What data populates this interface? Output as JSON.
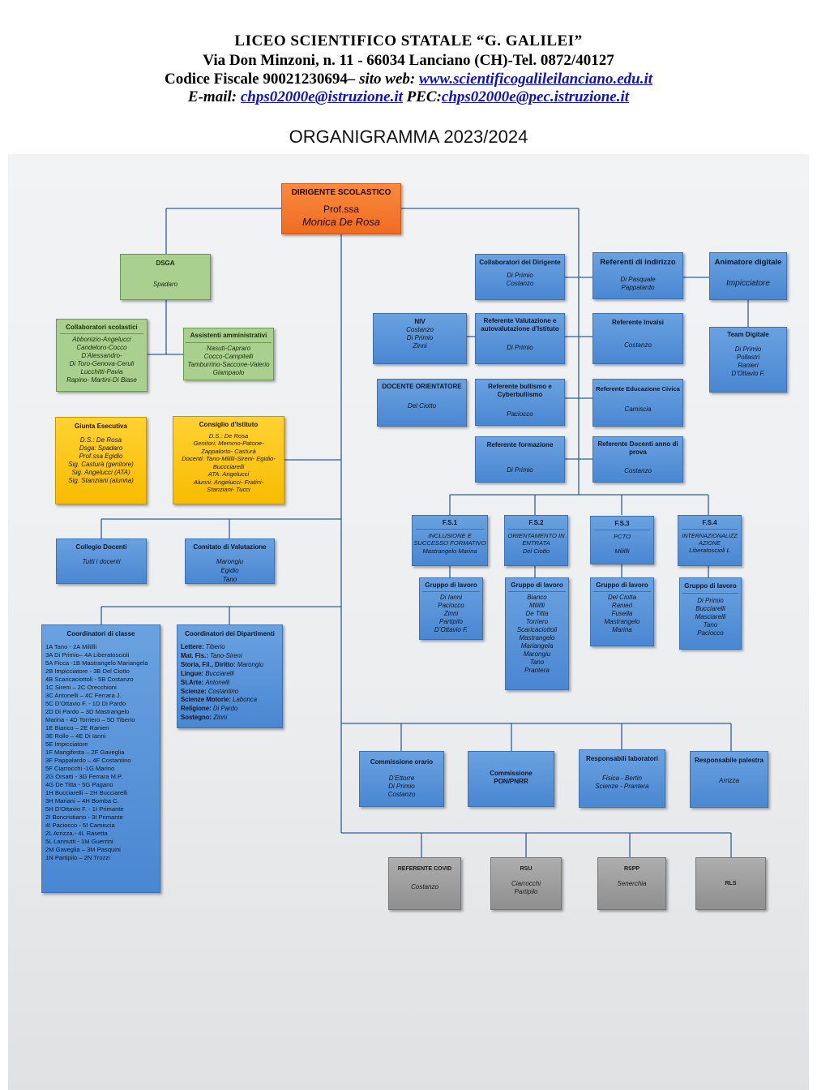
{
  "header": {
    "school": "LICEO SCIENTIFICO STATALE “G. GALILEI”",
    "address": "Via Don Minzoni, n. 11 - 66034 Lanciano (CH)-Tel. 0872/40127",
    "codice_fiscale": "Codice Fiscale 90021230694",
    "sito_label": "– sito web:",
    "sito_url": "www.scientificogalileilanciano.edu.it",
    "email_label": "E-mail:",
    "email": "chps02000e@istruzione.it",
    "pec_label": "PEC:",
    "pec": "chps02000e@pec.istruzione.it",
    "title": "ORGANIGRAMMA 2023/2024"
  },
  "dirigente": {
    "title": "DIRIGENTE SCOLASTICO",
    "prefix": "Prof.ssa",
    "name": "Monica De Rosa"
  },
  "dsga": {
    "title": "DSGA",
    "name": "Spadaro"
  },
  "collaboratori_scolastici": {
    "title": "Collaboratori scolastici",
    "names": "Abbonizio-Angelucci\nCandeloro-Cocco\nD’Alessandro-\nDi Toro-Genova-Ceruli\nLucchitti-Pavia\nRapino- Martini-Di Biase"
  },
  "assistenti": {
    "title": "Assistenti amministrativi",
    "names": "Nasuti-Capraro\nCocco-Campitelli\nTamburrino-Saccone-Valerio\nGiampaolo"
  },
  "giunta": {
    "title": "Giunta Esecutiva",
    "names": "D.S.: De Rosa\nDsga: Spadaro\nProf.ssa Egidio\nSig. Casturà (genitore)\nSig. Angelucci (ATA)\nSig. Stanziani (alunna)"
  },
  "consiglio": {
    "title": "Consiglio d’Istituto",
    "names": "D.S.: De Rosa\nGenitori: Memmo-Patone-\nZappalorto- Casturà\nDocenti: Tano-Mililli-Sireni- Egidio-\nBuccciarelli\nATA: Angelucci\nAlunni: Angelucci- Fratini-\nStanziani- Tucci"
  },
  "collegio": {
    "title": "Collegio Docenti",
    "names": "Tutti i docenti"
  },
  "comitato": {
    "title": "Comitato di Valutazione",
    "names": "Marongiu\nEgidio\nTano"
  },
  "coordinatori_classe": {
    "title": "Coordinatori di classe",
    "rows": "1A Tano - 2A Milillli\n3A Di Primio– 4A Liberatoscioli\n5A Ficca -1B Mastrangelo Mariangela\n2B Impicciatore - 3B Del Ciotto\n4B Scaricaciottoli - 5B Costanzo\n1C Sireni – 2C Orecchioni\n3C Antonelli – 4C Ferrara J.\n5C D’Ottavio F. - 1D Di Pardo\n2D Di Pardo – 3D Mastrangelo\nMarina - 4D Torriero – 5D Tiberio\n1E Bianco – 2E Ranieri\n3E Rollo – 4E Di Ianni\n5E Impicciatore\n1F Mangifesta – 2F Gaveglia\n3F Pappalardo – 4F Costantino\n5F Ciarrocchi -1G Marino\n2G Orsatti - 3G Ferrara M.P.\n4G De Titta - 5G Pagano\n1H Bucciarelli – 2H Bucciarelli\n3H Mariani – 4H Bomba C.\n5H D’Ottavio F. - 1I Primante\n2I Boncristiano - 3I Primante\n4I Paciocco - 5I Camiscia\n2L Arrizza.- 4L Rasetta\n5L Lannutti - 1M Guerrini\n2M Gaveglia – 3M Pasquini\n1N Partipilo – 2N Trozzi"
  },
  "coordinatori_dipartimenti": {
    "title": "Coordinatori dei Dipartimenti",
    "rows": [
      {
        "label": "Lettere:",
        "value": "Tiberio"
      },
      {
        "label": "Mat. Fis.:",
        "value": "Tano-Sireni"
      },
      {
        "label": "Storia, Fil., Diritto:",
        "value": "Marongiu"
      },
      {
        "label": "Lingue:",
        "value": "Bucciarelli"
      },
      {
        "label": "St.Arte:",
        "value": "Antonelli"
      },
      {
        "label": "Scienze:",
        "value": "Costantino"
      },
      {
        "label": "Scienze Motorie:",
        "value": "Labonca"
      },
      {
        "label": "Religione:",
        "value": "Di Pardo"
      },
      {
        "label": "Sostegno:",
        "value": "Zinni"
      }
    ]
  },
  "collaboratori_dirigente": {
    "title": "Collaboratori del Dirigente",
    "names": "Di Primio\nCostanzo"
  },
  "referenti_indirizzo": {
    "title": "Referenti di indirizzo",
    "names": "Di Pasquale\nPappalardo"
  },
  "animatore": {
    "title": "Animatore digitale",
    "names": "Impicciatore"
  },
  "team_digitale": {
    "title": "Team Digitale",
    "names": "Di Primio\nPollastri\nRanieri\nD’Ottavio F."
  },
  "niv": {
    "title": "NIV",
    "names": "Costanzo\nDi Primio\nZinni"
  },
  "ref_valutazione": {
    "title": "Referente Valutazione e autovalutazione d’Istituto",
    "names": "Di Primio"
  },
  "ref_invalsi": {
    "title": "Referente Invalsi",
    "names": "Costanzo"
  },
  "docente_orientatore": {
    "title": "DOCENTE ORIENTATORE",
    "names": "Del Ciotto"
  },
  "ref_bullismo": {
    "title": "Referente bullismo e Cyberbullismo",
    "names": "Paciocco"
  },
  "ref_civica": {
    "title": "Referente Educazione Civica",
    "names": "Camiscia"
  },
  "ref_formazione": {
    "title": "Referente formazione",
    "names": "Di Primio"
  },
  "ref_docenti_prova": {
    "title": "Referente Docenti anno di prova",
    "names": "Costanzo"
  },
  "fs": [
    {
      "title": "F.S.1",
      "subtitle": "INCLUSIONE E\nSUCCESSO FORMATIVO",
      "names": "Mastrangelo Marina"
    },
    {
      "title": "F.S.2",
      "subtitle": "ORIENTAMENTO IN\nENTRATA",
      "names": "Del Ciotto"
    },
    {
      "title": "F.S.3",
      "subtitle": "PCTO",
      "names": "Milillli"
    },
    {
      "title": "F.S.4",
      "subtitle": "INTERNAZIONALIZZ\nAZIONE",
      "names": "Liberatoscioli L"
    }
  ],
  "gruppi": [
    {
      "title": "Gruppo di lavoro",
      "names": "Di Ianni\nPaciocco\nZinni\nPartipilo\nD’Ottavio F."
    },
    {
      "title": "Gruppo di lavoro",
      "names": "Bianco\nMilillli\nDe Titta\nTorriero\nScaricaciottoli\nMastrangelo\nMariangela\nMarongiu\nTano\nPrantera"
    },
    {
      "title": "Gruppo di lavoro",
      "names": "Del Ciotta\nRanieri\nFusella\nMastrangelo\nMarina"
    },
    {
      "title": "Gruppo di lavoro",
      "names": "Di Primio\nBucciarelli\nMasciarelli\nTano\nPaciocco"
    }
  ],
  "commissione_orario": {
    "title": "Commissione orario",
    "names": "D’Ettorre\nDi Primio\nCostanzo"
  },
  "commissione_pon": {
    "title": "Commissione\nPON/PNRR"
  },
  "resp_laboratori": {
    "title": "Responsabili laboratori",
    "names": "Fisica - Bertin\nScienze - Prantera"
  },
  "resp_palestra": {
    "title": "Responsabile palestra",
    "names": "Arrizza"
  },
  "referente_covid": {
    "title": "REFERENTE COVID",
    "names": "Costanzo"
  },
  "rsu": {
    "title": "RSU",
    "names": "Ciarrocchi\nPartipilo"
  },
  "rspp": {
    "title": "RSPP",
    "names": "Senerchia"
  },
  "rls": {
    "title": "RLS"
  },
  "colors": {
    "blue": "#4a87d2",
    "green": "#a9d08e",
    "yellow": "#f8bc00",
    "orange": "#ef6c22",
    "gray": "#8f8f8f",
    "link": "#1010c8"
  }
}
